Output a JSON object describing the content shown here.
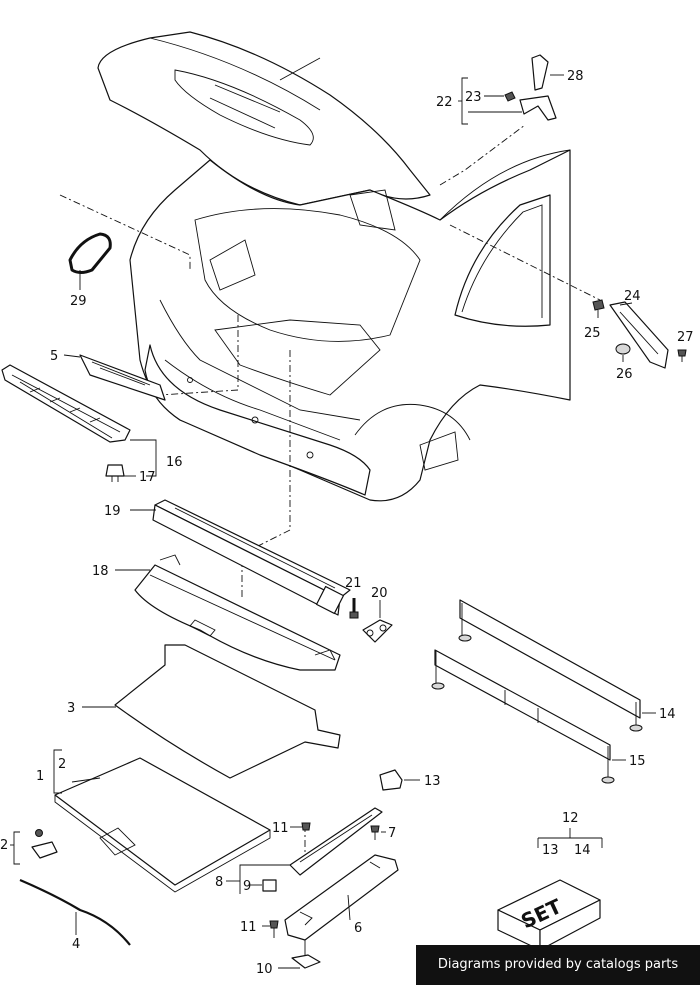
{
  "labels": {
    "l1": "1",
    "l2a": "2",
    "l2b": "2",
    "l3": "3",
    "l4": "4",
    "l5": "5",
    "l6": "6",
    "l7": "7",
    "l8": "8",
    "l9": "9",
    "l10": "10",
    "l11a": "11",
    "l11b": "11",
    "l12": "12",
    "l13a": "13",
    "l13b": "13",
    "l14a": "14",
    "l14b": "14",
    "l15": "15",
    "l16": "16",
    "l17": "17",
    "l18": "18",
    "l19": "19",
    "l20": "20",
    "l21": "21",
    "l22": "22",
    "l23": "23",
    "l24": "24",
    "l25": "25",
    "l26": "26",
    "l27": "27",
    "l28": "28",
    "l29": "29"
  },
  "set_box_text": "SET",
  "footer": {
    "text": "Diagrams provided by catalogs parts"
  }
}
